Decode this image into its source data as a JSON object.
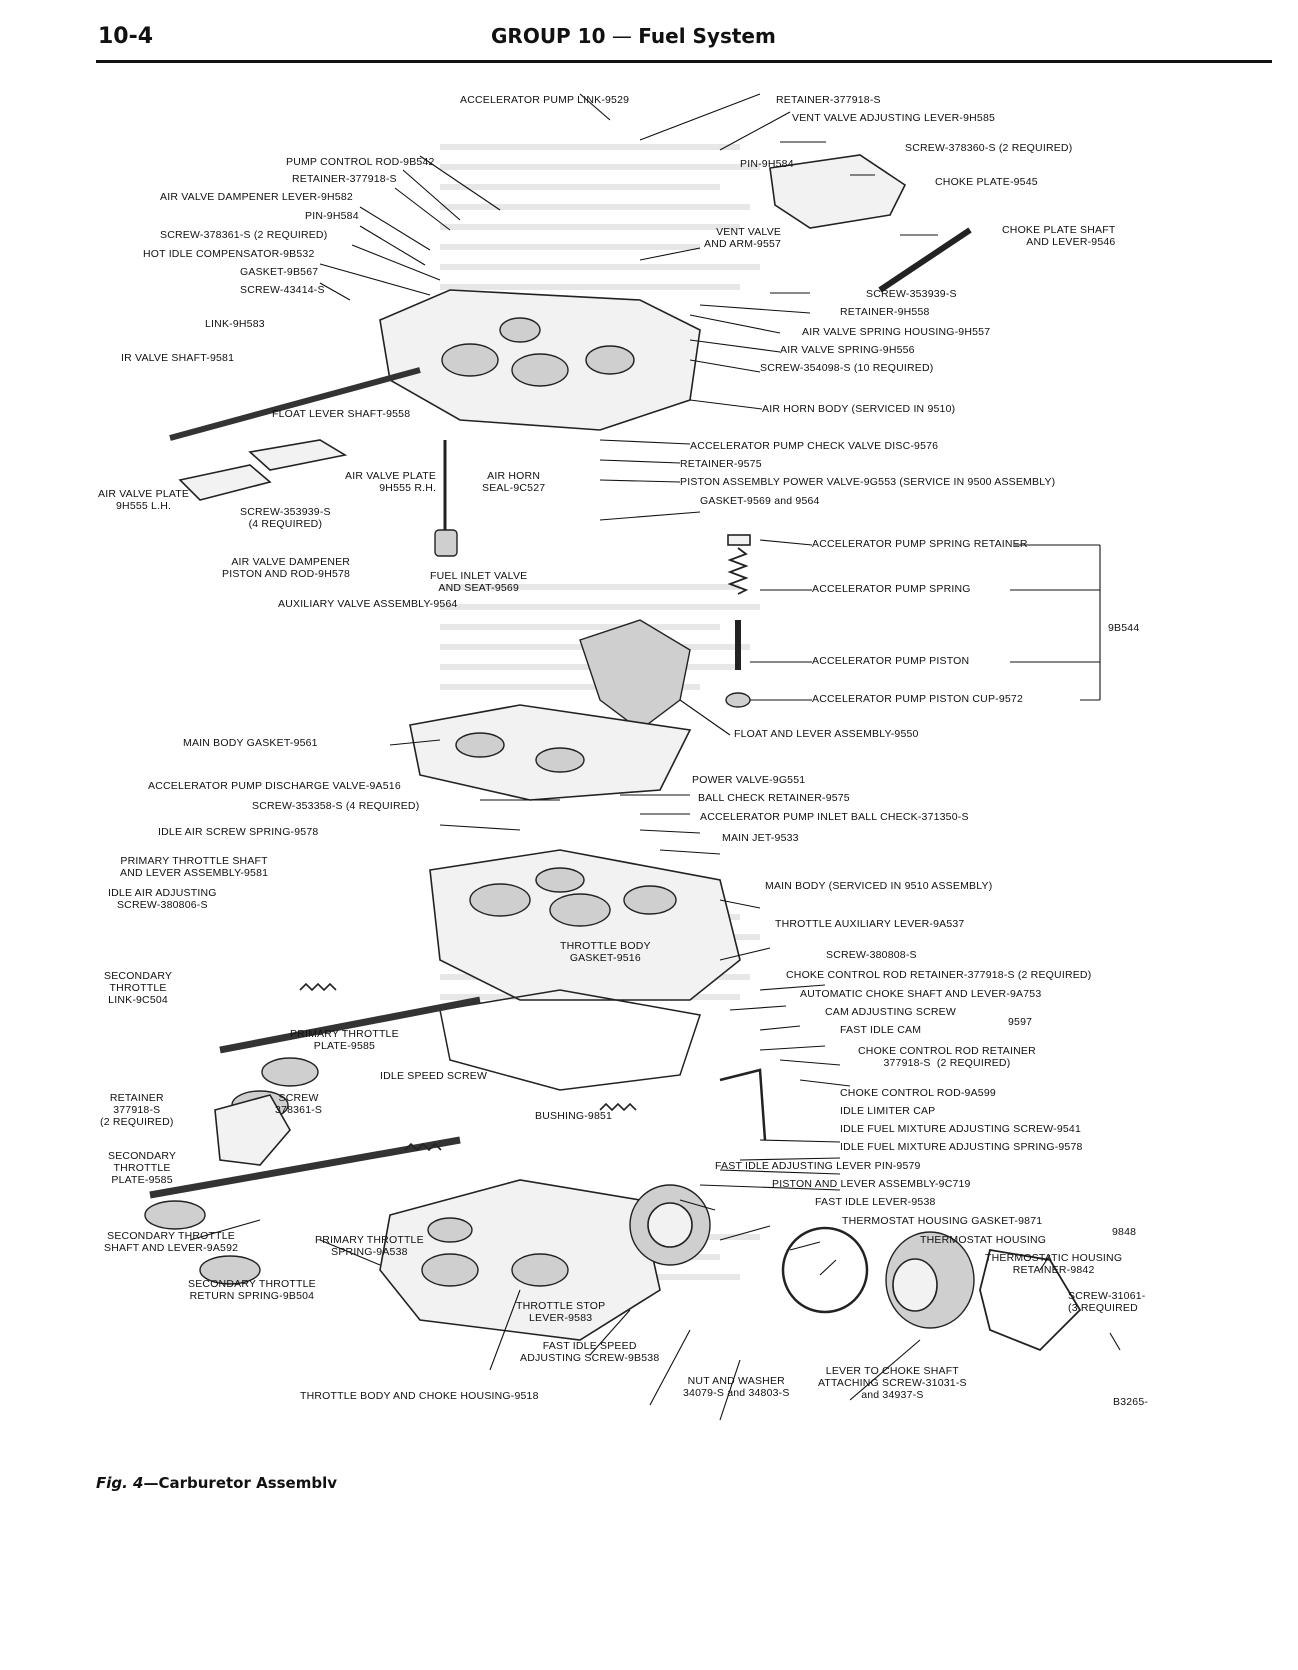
{
  "header": {
    "page_number": "10-4",
    "group_label": "GROUP 10",
    "group_sep": " — ",
    "group_subject": "Fuel System"
  },
  "figure": {
    "caption_prefix": "Fig. 4",
    "caption_sep": "—",
    "caption_text": "Carburetor Assemblv",
    "figure_code": "B3265-",
    "callouts": {
      "accelerator_pump_link": "ACCELERATOR PUMP LINK-9529",
      "retainer_top": "RETAINER-377918-S",
      "vent_valve_adjusting_lever": "VENT VALVE ADJUSTING LEVER-9H585",
      "screw_378360": "SCREW-378360-S (2 REQUIRED)",
      "pump_control_rod": "PUMP CONTROL ROD-9B542",
      "retainer_left": "RETAINER-377918-S",
      "air_valve_dampener_lever": "AIR VALVE DAMPENER LEVER-9H582",
      "pin_9h584_left": "PIN-9H584",
      "pin_9h584_mid": "PIN-9H584",
      "choke_plate": "CHOKE PLATE-9545",
      "screw_378361_left": "SCREW-378361-S (2 REQUIRED)",
      "hot_idle_compensator": "HOT IDLE COMPENSATOR-9B532",
      "gasket_9b567": "GASKET-9B567",
      "screw_43414": "SCREW-43414-S",
      "vent_valve_arm": "VENT VALVE\nAND ARM-9557",
      "choke_plate_shaft": "CHOKE PLATE SHAFT\nAND LEVER-9546",
      "screw_353939_right": "SCREW-353939-S",
      "retainer_9h558": "RETAINER-9H558",
      "link_9h583": "LINK-9H583",
      "air_valve_spring_housing": "AIR VALVE SPRING HOUSING-9H557",
      "air_valve_spring": "AIR VALVE SPRING-9H556",
      "air_valve_shaft": "IR VALVE SHAFT-9581",
      "screw_354098": "SCREW-354098-S (10 REQUIRED)",
      "air_horn_body": "AIR HORN BODY (SERVICED IN 9510)",
      "float_lever_shaft": "FLOAT LEVER SHAFT-9558",
      "accel_pump_check_valve_disc": "ACCELERATOR PUMP CHECK VALVE DISC-9576",
      "retainer_9575_top": "RETAINER-9575",
      "piston_assembly_power_valve": "PISTON ASSEMBLY POWER VALVE-9G553 (SERVICE IN 9500 ASSEMBLY)",
      "air_valve_plate_rh": "AIR VALVE PLATE\n9H555 R.H.",
      "air_horn_seal": "AIR HORN\nSEAL-9C527",
      "gasket_9569": "GASKET-9569 and 9564",
      "air_valve_plate_lh": "AIR VALVE PLATE\n9H555 L.H.",
      "screw_353939_left": "SCREW-353939-S\n(4 REQUIRED)",
      "accel_pump_spring_retainer": "ACCELERATOR PUMP SPRING RETAINER",
      "accel_pump_spring": "ACCELERATOR PUMP SPRING",
      "air_valve_dampener_piston": "AIR VALVE DAMPENER\nPISTON AND ROD-9H578",
      "fuel_inlet_valve": "FUEL INLET VALVE\nAND SEAT-9569",
      "bracket_9b544": "9B544",
      "auxiliary_valve_assembly": "AUXILIARY VALVE ASSEMBLY-9564",
      "accel_pump_piston": "ACCELERATOR PUMP PISTON",
      "accel_pump_piston_cup": "ACCELERATOR PUMP PISTON CUP-9572",
      "float_and_lever": "FLOAT AND LEVER ASSEMBLY-9550",
      "main_body_gasket": "MAIN BODY GASKET-9561",
      "accel_pump_discharge_valve": "ACCELERATOR PUMP DISCHARGE VALVE-9A516",
      "power_valve": "POWER VALVE-9G551",
      "screw_353358": "SCREW-353358-S (4 REQUIRED)",
      "ball_check_retainer": "BALL CHECK RETAINER-9575",
      "accel_pump_inlet_ball_check": "ACCELERATOR PUMP INLET BALL CHECK-371350-S",
      "idle_air_screw_spring": "IDLE AIR SCREW SPRING-9578",
      "main_jet": "MAIN JET-9533",
      "primary_throttle_shaft": "PRIMARY THROTTLE SHAFT\nAND LEVER ASSEMBLY-9581",
      "main_body": "MAIN BODY (SERVICED IN 9510 ASSEMBLY)",
      "idle_air_adjusting_screw": "IDLE AIR ADJUSTING\nSCREW-380806-S",
      "throttle_auxiliary_lever": "THROTTLE AUXILIARY LEVER-9A537",
      "throttle_body_gasket": "THROTTLE BODY\nGASKET-9516",
      "screw_380808": "SCREW-380808-S",
      "secondary_throttle_link": "SECONDARY\nTHROTTLE\nLINK-9C504",
      "choke_control_rod_retainer_top": "CHOKE CONTROL ROD RETAINER-377918-S (2 REQUIRED)",
      "automatic_choke_shaft": "AUTOMATIC CHOKE SHAFT AND LEVER-9A753",
      "cam_adjusting_screw": "CAM ADJUSTING SCREW",
      "bracket_9597": "9597",
      "fast_idle_cam": "FAST IDLE CAM",
      "primary_throttle_plate": "PRIMARY THROTTLE\nPLATE-9585",
      "choke_control_rod_retainer": "CHOKE CONTROL ROD RETAINER\n377918-S  (2 REQUIRED)",
      "idle_speed_screw": "IDLE SPEED SCREW",
      "retainer_bottom_left": "RETAINER\n377918-S\n(2 REQUIRED)",
      "screw_378361_bottom": "SCREW\n378361-S",
      "bushing": "BUSHING-9851",
      "choke_control_rod": "CHOKE CONTROL ROD-9A599",
      "idle_limiter_cap": "IDLE LIMITER CAP",
      "idle_fuel_mixture_screw": "IDLE FUEL MIXTURE ADJUSTING SCREW-9541",
      "idle_fuel_mixture_spring": "IDLE FUEL MIXTURE ADJUSTING SPRING-9578",
      "fast_idle_adjusting_lever_pin": "FAST IDLE ADJUSTING LEVER PIN-9579",
      "secondary_throttle_plate": "SECONDARY\nTHROTTLE\nPLATE-9585",
      "piston_and_lever": "PISTON AND LEVER ASSEMBLY-9C719",
      "fast_idle_lever": "FAST IDLE LEVER-9538",
      "thermostat_housing_gasket": "THERMOSTAT HOUSING GASKET-9871",
      "bracket_9848": "9848",
      "thermostat_housing": "THERMOSTAT HOUSING",
      "secondary_throttle_shaft": "SECONDARY THROTTLE\nSHAFT AND LEVER-9A592",
      "primary_throttle_spring": "PRIMARY THROTTLE\nSPRING-9A538",
      "thermostatic_housing_retainer": "THERMOSTATIC HOUSING\nRETAINER-9842",
      "screw_31061": "SCREW-31061-\n(3 REQUIRED",
      "secondary_throttle_return_spring": "SECONDARY THROTTLE\nRETURN SPRING-9B504",
      "throttle_stop_lever": "THROTTLE STOP\nLEVER-9583",
      "fast_idle_speed_screw": "FAST IDLE SPEED\nADJUSTING SCREW-9B538",
      "lever_to_choke_shaft_screw": "LEVER TO CHOKE SHAFT\nATTACHING SCREW-31031-S\nand 34937-S",
      "nut_and_washer": "NUT AND WASHER\n34079-S and 34803-S",
      "throttle_body_choke_housing": "THROTTLE BODY AND CHOKE HOUSING-9518"
    }
  }
}
